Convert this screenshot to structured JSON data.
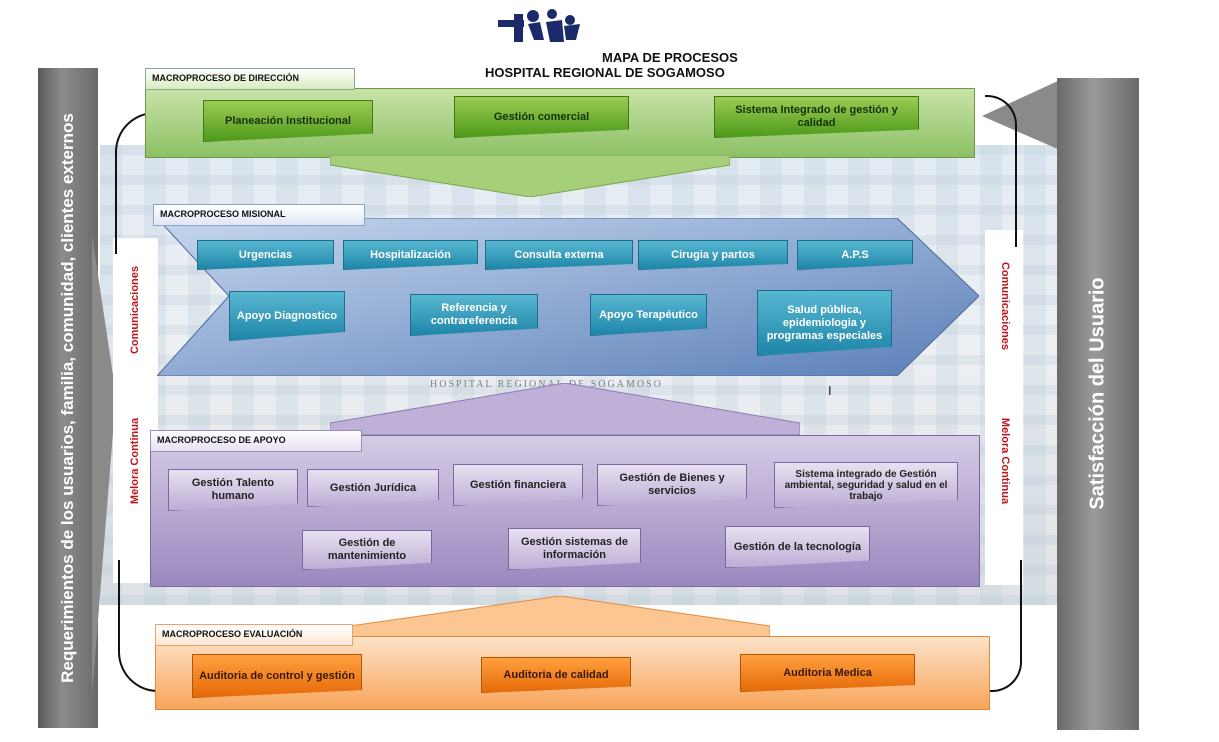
{
  "header": {
    "title": "MAPA DE PROCESOS",
    "subtitle": "HOSPITAL REGIONAL DE SOGAMOSO"
  },
  "sides": {
    "left": "Requerimientos de los usuarios, familia, comunidad, clientes externos",
    "right": "Satisfacción del Usuario",
    "comunicaciones": "Comunicaciones",
    "mejora": "Melora Continua"
  },
  "direccion": {
    "label": "MACROPROCESO DE DIRECCIÓN",
    "items": [
      "Planeación Institucional",
      "Gestión comercial",
      "Sistema Integrado de gestión y calidad"
    ]
  },
  "misional": {
    "label": "MACROPROCESO MISIONAL",
    "row1": [
      "Urgencias",
      "Hospitalización",
      "Consulta externa",
      "Cirugia y partos",
      "A.P.S"
    ],
    "row2": [
      "Apoyo Diagnostico",
      "Referencia y contrareferencia",
      "Apoyo Terapéutico",
      "Salud pública, epidemiologia y programas especiales"
    ]
  },
  "apoyo": {
    "label": "MACROPROCESO DE APOYO",
    "row1": [
      "Gestión Talento humano",
      "Gestión Jurídica",
      "Gestión financiera",
      "Gestión de Bienes y servicios",
      "Sistema integrado de Gestión ambiental, seguridad y salud en el trabajo"
    ],
    "row2": [
      "Gestión de mantenimiento",
      "Gestión sistemas de información",
      "Gestión de la tecnología"
    ]
  },
  "evaluacion": {
    "label": "MACROPROCESO EVALUACIÓN",
    "items": [
      "Auditoria de control y gestión",
      "Auditoria de calidad",
      "Auditoria Medica"
    ]
  },
  "background": {
    "building_sign": "HOSPITAL REGIONAL DE SOGAMOSO",
    "marker": "I"
  },
  "colors": {
    "direccion": "#8cc063",
    "misional": "#5b7fb8",
    "apoyo": "#8e7bb3",
    "evaluacion": "#f7a55a",
    "comunicaciones_text": "#c0141c"
  }
}
